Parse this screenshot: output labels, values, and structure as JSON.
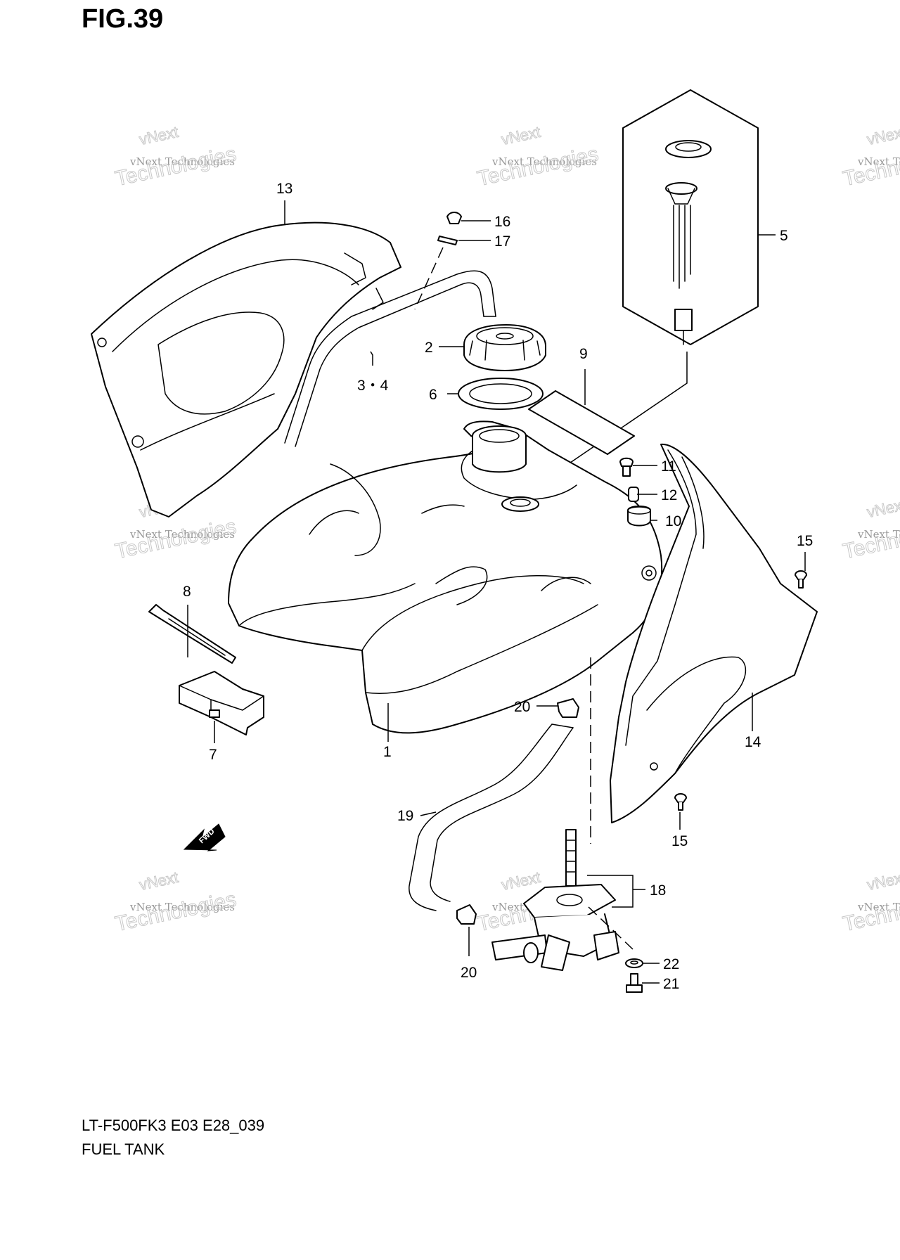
{
  "figure": {
    "title": "FIG.39",
    "model_code": "LT-F500FK3 E03 E28_039",
    "caption": "FUEL TANK",
    "fwd_label": "FWD"
  },
  "watermark": {
    "line1": "vNext",
    "line2": "vNext Technologies",
    "line3": "Technologies"
  },
  "callouts": [
    {
      "id": "c13",
      "label": "13"
    },
    {
      "id": "c16",
      "label": "16"
    },
    {
      "id": "c17",
      "label": "17"
    },
    {
      "id": "c5",
      "label": "5"
    },
    {
      "id": "c2",
      "label": "2"
    },
    {
      "id": "c34",
      "label": "3・4"
    },
    {
      "id": "c6",
      "label": "6"
    },
    {
      "id": "c9",
      "label": "9"
    },
    {
      "id": "c11",
      "label": "11"
    },
    {
      "id": "c12",
      "label": "12"
    },
    {
      "id": "c10",
      "label": "10"
    },
    {
      "id": "c15a",
      "label": "15"
    },
    {
      "id": "c8",
      "label": "8"
    },
    {
      "id": "c7",
      "label": "7"
    },
    {
      "id": "c1",
      "label": "1"
    },
    {
      "id": "c20a",
      "label": "20"
    },
    {
      "id": "c14",
      "label": "14"
    },
    {
      "id": "c19",
      "label": "19"
    },
    {
      "id": "c15b",
      "label": "15"
    },
    {
      "id": "c18",
      "label": "18"
    },
    {
      "id": "c20b",
      "label": "20"
    },
    {
      "id": "c22",
      "label": "22"
    },
    {
      "id": "c21",
      "label": "21"
    }
  ]
}
